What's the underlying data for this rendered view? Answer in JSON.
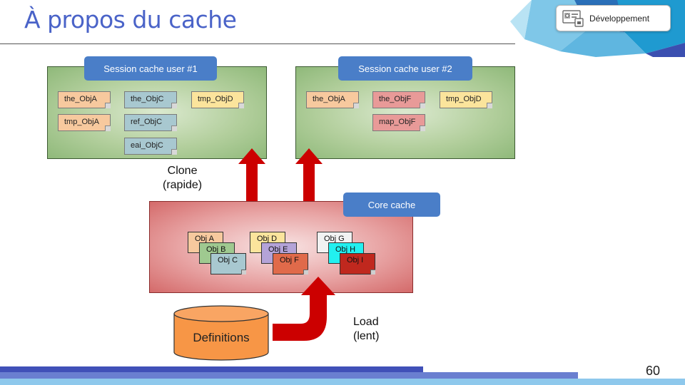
{
  "title": "À propos du cache",
  "badge": {
    "label": "Développement",
    "icon": "developer-tools-icon"
  },
  "sessions": [
    {
      "header": "Session cache user #1",
      "objects": [
        "the_ObjA",
        "the_ObjC",
        "tmp_ObjD",
        "tmp_ObjA",
        "ref_ObjC",
        "eai_ObjC"
      ]
    },
    {
      "header": "Session cache user #2",
      "objects": [
        "the_ObjA",
        "the_ObjF",
        "tmp_ObjD",
        "map_ObjF"
      ]
    }
  ],
  "core": {
    "header": "Core cache",
    "objects": [
      "Obj A",
      "Obj B",
      "Obj C",
      "Obj D",
      "Obj E",
      "Obj F",
      "Obj G",
      "Obj H",
      "Obj I"
    ]
  },
  "clone_label": [
    "Clone",
    "(rapide)"
  ],
  "load_label": [
    "Load",
    "(lent)"
  ],
  "definitions_label": "Definitions",
  "page_number": "60",
  "colors": {
    "title": "#4a63c8",
    "header": "#4a7ec8",
    "arrow": "#cc0000",
    "definitions": "#f79646"
  }
}
